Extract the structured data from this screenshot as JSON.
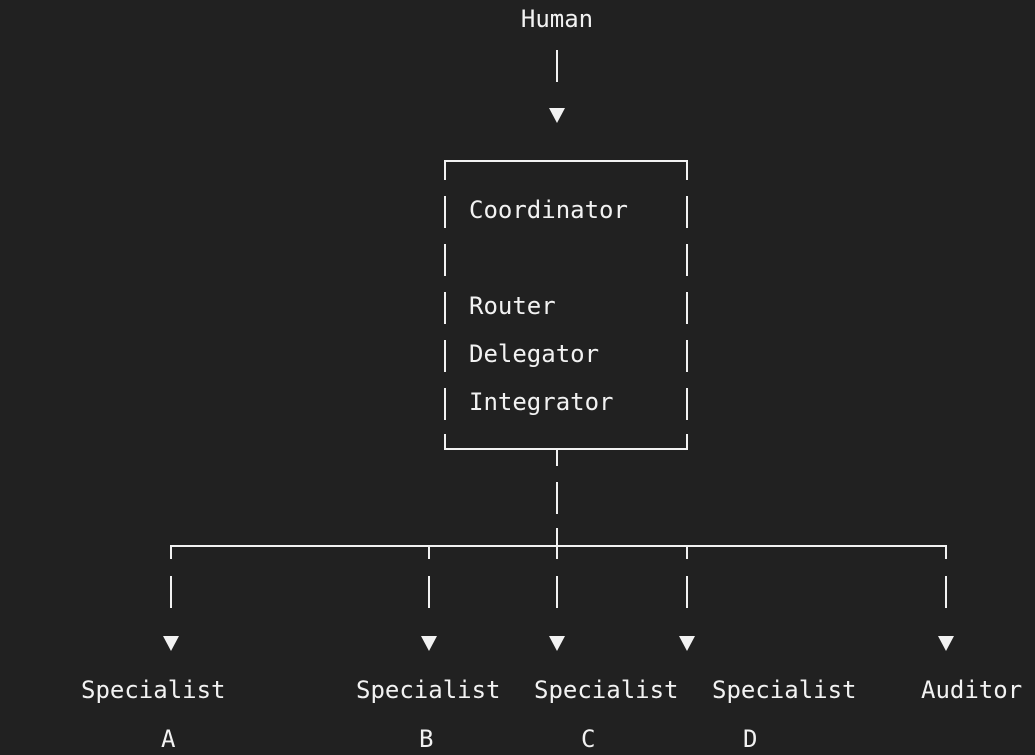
{
  "top": {
    "label": "Human"
  },
  "coordinator": {
    "title": "Coordinator",
    "roles": [
      "Router",
      "Delegator",
      "Integrator"
    ]
  },
  "agents": [
    {
      "line1": "Specialist",
      "line2": "A"
    },
    {
      "line1": "Specialist",
      "line2": "B"
    },
    {
      "line1": "Specialist",
      "line2": "C"
    },
    {
      "line1": "Specialist",
      "line2": "D"
    },
    {
      "line1": "Auditor",
      "line2": ""
    }
  ]
}
